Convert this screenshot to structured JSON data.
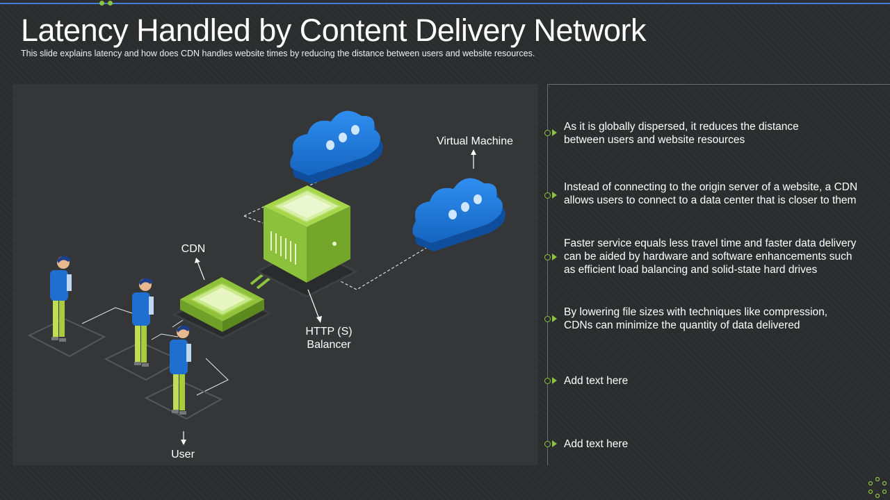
{
  "slide": {
    "title": "Latency Handled by Content Delivery Network",
    "subtitle": "This slide explains latency and how does CDN handles website times by reducing the distance between users and website resources."
  },
  "diagram": {
    "labels": {
      "virtual_machine": "Virtual Machine",
      "cdn": "CDN",
      "http_line1": "HTTP (S)",
      "http_line2": "Balancer",
      "user": "User"
    }
  },
  "points": [
    {
      "line1": "As it is globally dispersed, it reduces the distance",
      "line2": "between users and website resources",
      "line3": ""
    },
    {
      "line1": "Instead  of connecting to the origin server of a website, a CDN",
      "line2": "allows users to connect to a data center that is closer to them",
      "line3": ""
    },
    {
      "line1": "Faster service equals less travel time and faster data delivery",
      "line2": "can be aided by hardware and software  enhancements  such",
      "line3": "as efficient load balancing and solid-state hard drives"
    },
    {
      "line1": "By lowering file sizes with techniques like compression,",
      "line2": "CDNs can minimize the quantity  of data delivered",
      "line3": ""
    },
    {
      "line1": "Add text here",
      "line2": "",
      "line3": ""
    },
    {
      "line1": "Add text here",
      "line2": "",
      "line3": ""
    }
  ],
  "colors": {
    "accent_green": "#8bc53f",
    "cloud_blue": "#1f7bd6",
    "top_rule_blue": "#3d7fd9",
    "background": "#2b2c2e"
  }
}
